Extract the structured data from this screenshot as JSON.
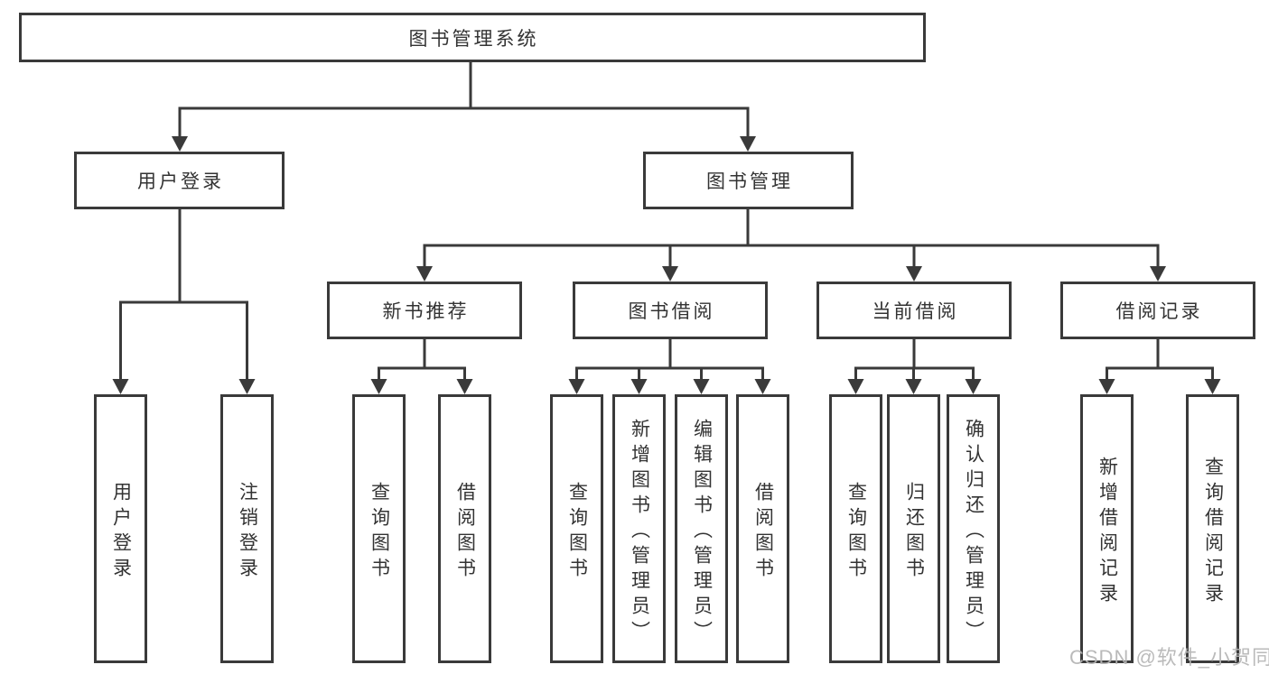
{
  "diagram": {
    "type": "tree",
    "root": {
      "label": "图书管理系统",
      "children": [
        {
          "label": "用户登录",
          "children": [
            {
              "label": "用户登录"
            },
            {
              "label": "注销登录"
            }
          ]
        },
        {
          "label": "图书管理",
          "children": [
            {
              "label": "新书推荐",
              "children": [
                {
                  "label": "查询图书"
                },
                {
                  "label": "借阅图书"
                }
              ]
            },
            {
              "label": "图书借阅",
              "children": [
                {
                  "label": "查询图书"
                },
                {
                  "label": "新增图书（管理员）"
                },
                {
                  "label": "编辑图书（管理员）"
                },
                {
                  "label": "借阅图书"
                }
              ]
            },
            {
              "label": "当前借阅",
              "children": [
                {
                  "label": "查询图书"
                },
                {
                  "label": "归还图书"
                },
                {
                  "label": "确认归还（管理员）"
                }
              ]
            },
            {
              "label": "借阅记录",
              "children": [
                {
                  "label": "新增借阅记录"
                },
                {
                  "label": "查询借阅记录"
                }
              ]
            }
          ]
        }
      ]
    }
  },
  "watermark": {
    "text": "CSDN @软件_小贺同学"
  },
  "colors": {
    "line": "#3a3a3a",
    "box_border": "#3a3a3a",
    "text": "#333333",
    "watermark": "#b5b5b5",
    "background": "#ffffff"
  }
}
